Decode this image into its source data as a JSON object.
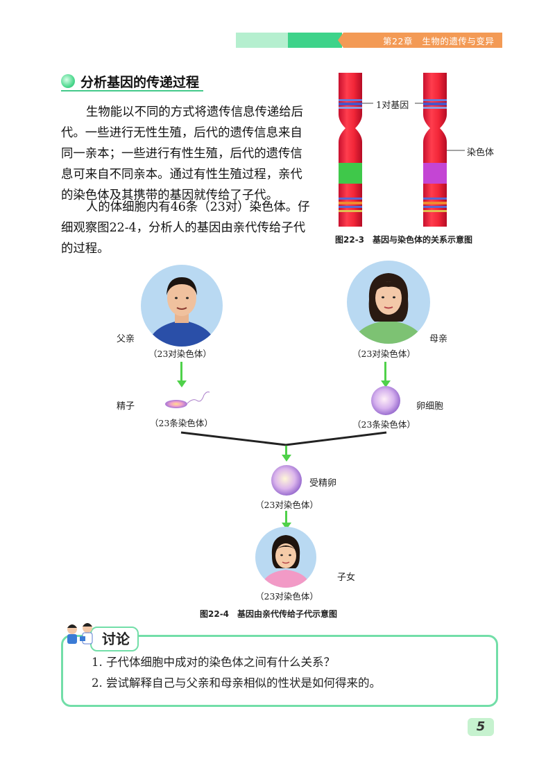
{
  "header": {
    "chapter": "第22章",
    "title": "生物的遗传与变异"
  },
  "section": {
    "title": "分析基因的传递过程"
  },
  "body": {
    "p1_lines": [
      "生物能以不同的方式将遗传信息传递给后",
      "代。一些进行无性生殖，后代的遗传信息来自",
      "同一亲本；一些进行有性生殖，后代的遗传信",
      "息可来自不同亲本。通过有性生殖过程，亲代",
      "的染色体及其携带的基因就传给了子代。"
    ],
    "p2_lines": [
      "人的体细胞内有46条（23对）染色体。仔",
      "细观察图22-4，分析人的基因由亲代传给子代",
      "的过程。"
    ]
  },
  "figure_22_3": {
    "label_gene_pair": "1对基因",
    "label_chromosome": "染色体",
    "caption": "图22-3　基因与染色体的关系示意图"
  },
  "figure_22_4": {
    "father_label": "父亲",
    "mother_label": "母亲",
    "father_chrom": "（23对染色体）",
    "mother_chrom": "（23对染色体）",
    "sperm_label": "精子",
    "egg_label": "卵细胞",
    "sperm_chrom": "（23条染色体）",
    "egg_chrom": "（23条染色体）",
    "zygote_label": "受精卵",
    "zygote_chrom": "（23对染色体）",
    "child_label": "子女",
    "child_chrom": "（23对染色体）",
    "caption": "图22-4　基因由亲代传给子代示意图"
  },
  "discussion": {
    "title": "讨论",
    "q1": "1. 子代体细胞中成对的染色体之间有什么关系？",
    "q2": "2. 尝试解释自己与父亲和母亲相似的性状是如何得来的。"
  },
  "page_number": "5"
}
